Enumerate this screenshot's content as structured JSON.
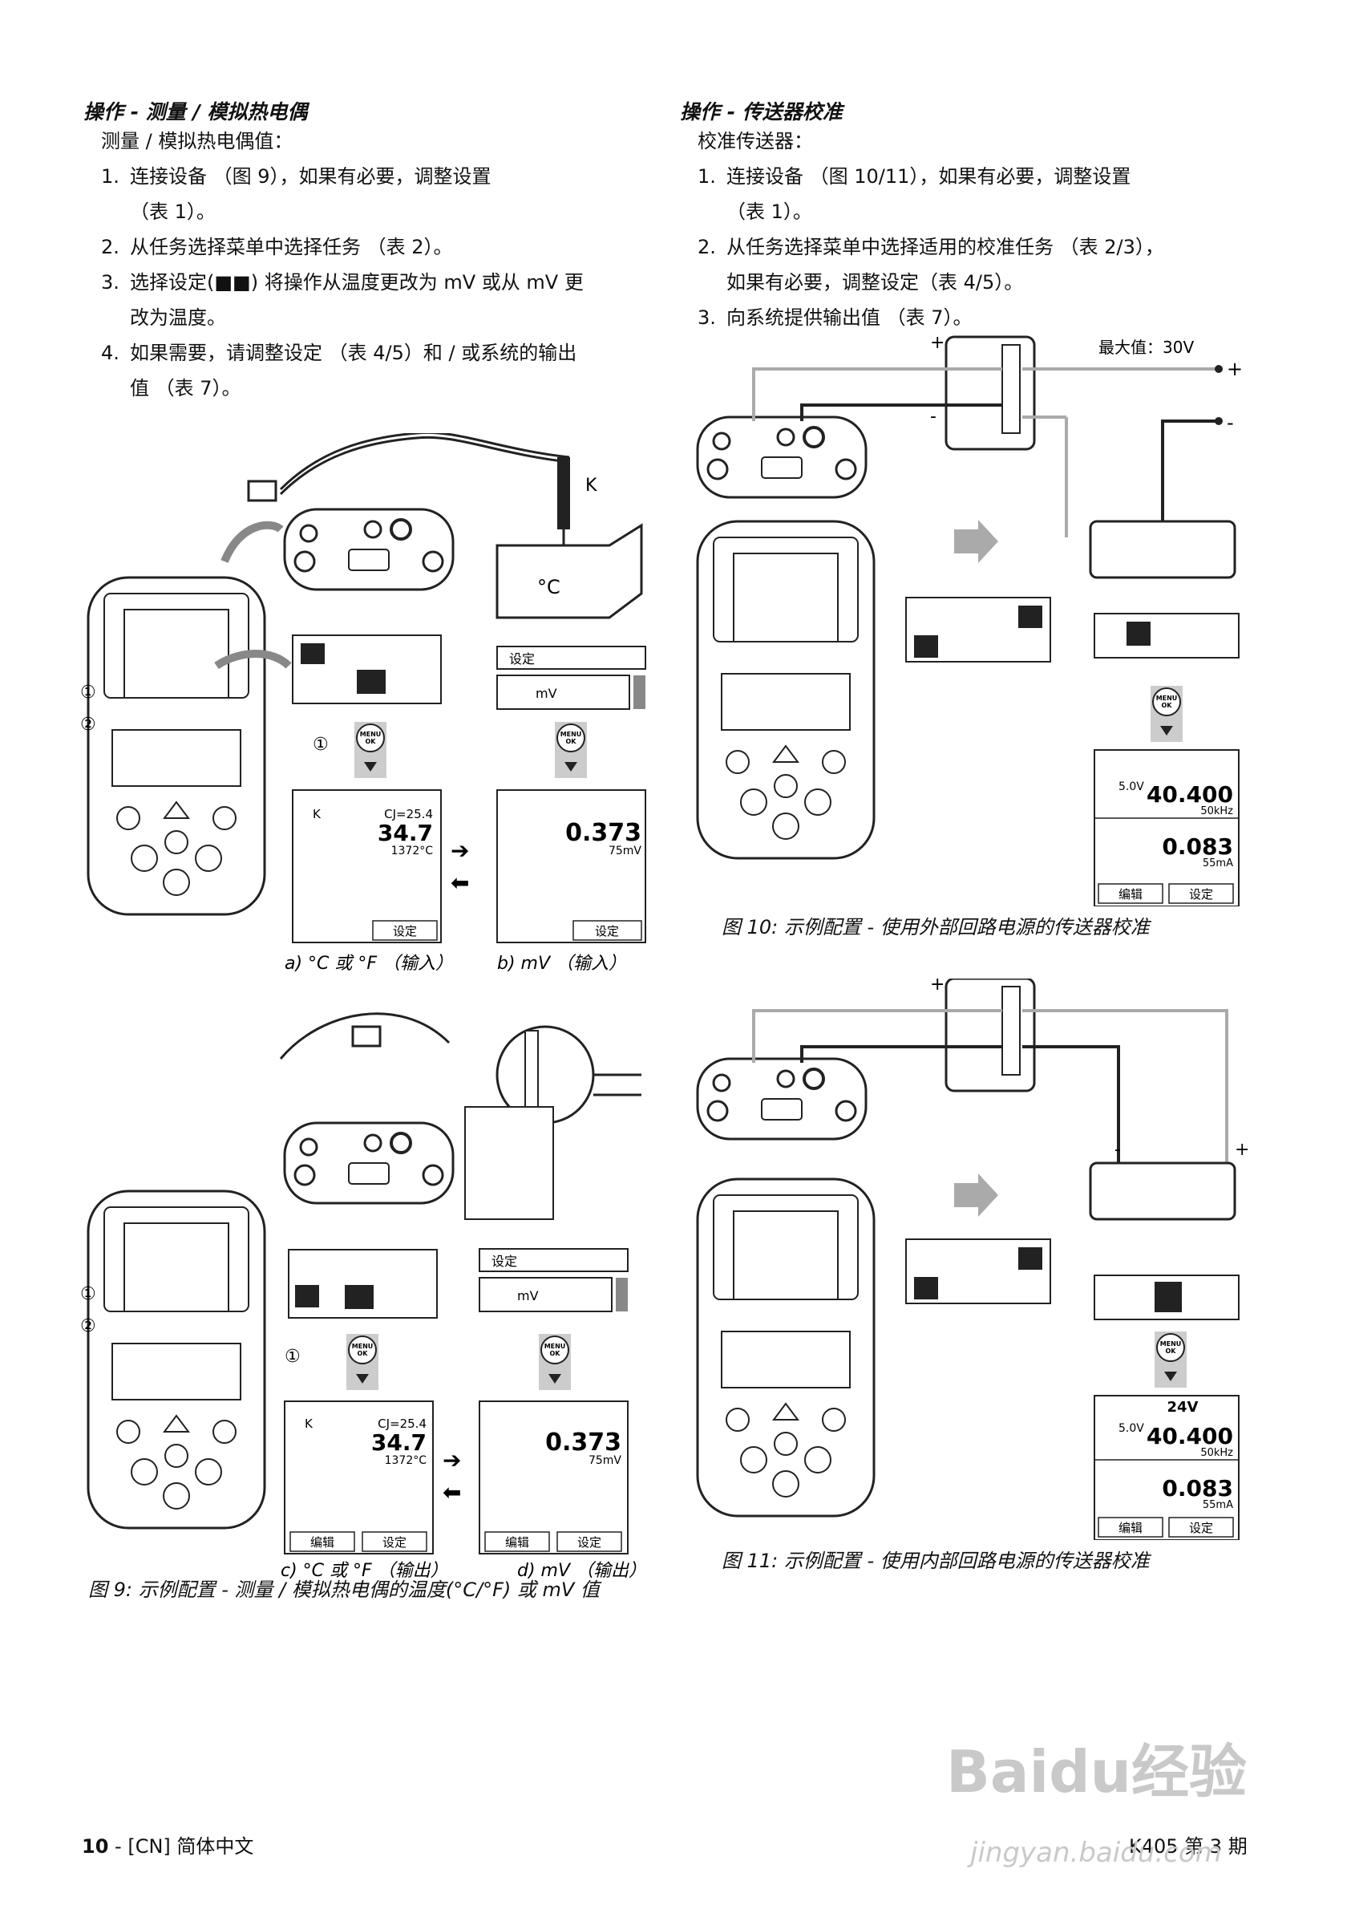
{
  "left_section": {
    "heading": "操作 - 测量 / 模拟热电偶",
    "intro": "测量 / 模拟热电偶值：",
    "steps": [
      {
        "num": "1.",
        "text": "连接设备 （图 9），如果有必要，调整设置",
        "text2": "（表 1）。"
      },
      {
        "num": "2.",
        "text": "从任务选择菜单中选择任务 （表 2）。"
      },
      {
        "num": "3.",
        "text": "选择设定(■■) 将操作从温度更改为 mV 或从 mV 更",
        "text2": "改为温度。"
      },
      {
        "num": "4.",
        "text": "如果需要，请调整设定 （表 4/5）和 / 或系统的输出",
        "text2": "值 （表 7）。"
      }
    ]
  },
  "right_section": {
    "heading": "操作 - 传送器校准",
    "intro": "校准传送器：",
    "steps": [
      {
        "num": "1.",
        "text": "连接设备 （图 10/11），如果有必要，调整设置",
        "text2": "（表 1）。"
      },
      {
        "num": "2.",
        "text": "从任务选择菜单中选择适用的校准任务 （表 2/3），",
        "text2": "如果有必要，调整设定（表 4/5）。"
      },
      {
        "num": "3.",
        "text": "向系统提供输出值 （表 7）。"
      }
    ]
  },
  "fig9": {
    "caption": "图 9: 示例配置 - 测量 / 模拟热电偶的温度(°C/°F) 或 mV 值",
    "sub_a": "a) °C 或 °F （输入）",
    "sub_b": "b) mV （输入）",
    "sub_c": "c) °C 或 °F （输出）",
    "sub_d": "d) mV （输出）",
    "probe_label": "K",
    "block_label": "°C",
    "menu_title": "设定",
    "menu_item": "mV",
    "screen_temp_label": "K",
    "screen_cj": "CJ=25.4",
    "screen_temp_value": "34.7",
    "screen_temp_sub": "1372°C",
    "screen_mv_value": "0.373",
    "screen_mv_sub": "75mV",
    "softkey_set": "设定",
    "softkey_edit": "编辑",
    "circle1": "①",
    "circle2": "②"
  },
  "fig10": {
    "caption": "图 10: 示例配置 - 使用外部回路电源的传送器校准",
    "max_label": "最大值：30V",
    "plus": "+",
    "minus": "-",
    "screen_top_label": "5.0V",
    "screen_top_value": "40.400",
    "screen_top_sub": "50kHz",
    "screen_bottom_value": "0.083",
    "screen_bottom_sub": "55mA",
    "softkey_edit": "编辑",
    "softkey_set": "设定"
  },
  "fig11": {
    "caption": "图 11: 示例配置 - 使用内部回路电源的传送器校准",
    "screen_header": "24V",
    "screen_top_label": "5.0V",
    "screen_top_value": "40.400",
    "screen_top_sub": "50kHz",
    "screen_bottom_value": "0.083",
    "screen_bottom_sub": "55mA",
    "softkey_edit": "编辑",
    "softkey_set": "设定"
  },
  "footer": {
    "page_num": "10",
    "lang": " - [CN] 简体中文",
    "doc_id": "K405 第 3 期"
  },
  "watermark": {
    "brand": "Baidu经验",
    "url": "jingyan.baidu.com"
  }
}
